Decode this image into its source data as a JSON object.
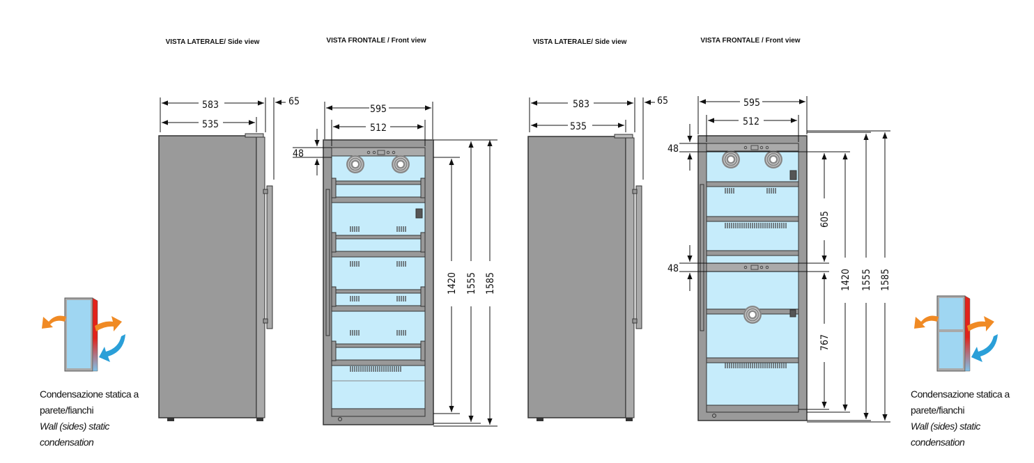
{
  "views": {
    "side_view_label": "VISTA LATERALE/ Side view",
    "front_view_label": "VISTA FRONTALE / Front view"
  },
  "left_unit": {
    "side": {
      "depth_total": "583",
      "depth_body": "535",
      "handle": "65"
    },
    "front": {
      "width_total": "595",
      "width_inner": "512",
      "top_gap": "48",
      "h_inner": "1420",
      "h_body": "1555",
      "h_total": "1585"
    }
  },
  "right_unit": {
    "side": {
      "depth_total": "583",
      "depth_body": "535",
      "handle": "65"
    },
    "front": {
      "width_total": "595",
      "width_inner": "512",
      "top_gap": "48",
      "mid_gap": "48",
      "upper_compartment": "605",
      "lower_compartment": "767",
      "h_inner": "1420",
      "h_body": "1555",
      "h_total": "1585"
    }
  },
  "condensation": {
    "title_it": "Condensazione statica a",
    "title_it2": "parete/fianchi",
    "title_en": "Wall (sides) static",
    "title_en2": "condensation"
  },
  "colors": {
    "body": "#9a9a9a",
    "glass": "#c6ecfb",
    "hot": "#e2231a",
    "arrow_out": "#f08a24",
    "arrow_in": "#2a9fd8"
  }
}
